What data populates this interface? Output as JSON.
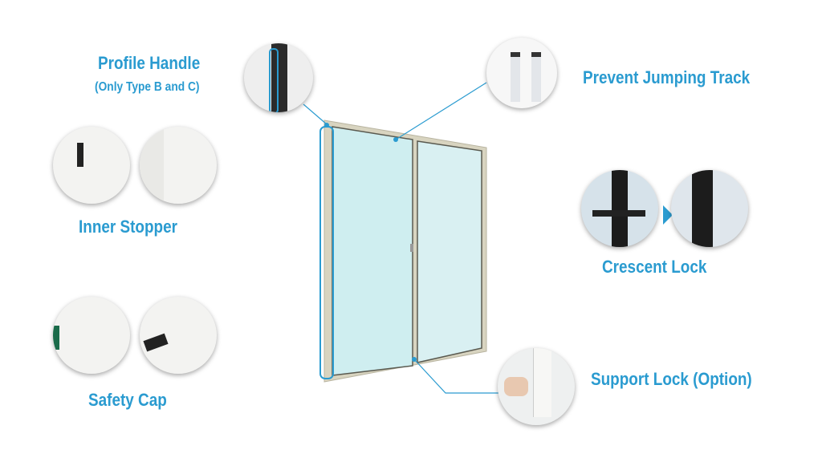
{
  "colors": {
    "accent": "#2a9bd0",
    "frame": "#dcd8c6",
    "glass": "#d7eef0"
  },
  "features": {
    "profile_handle": {
      "title": "Profile Handle",
      "subtitle": "(Only Type B and C)"
    },
    "prevent_jumping_track": {
      "title": "Prevent Jumping Track"
    },
    "inner_stopper": {
      "title": "Inner Stopper"
    },
    "crescent_lock": {
      "title": "Crescent Lock"
    },
    "safety_cap": {
      "title": "Safety Cap"
    },
    "support_lock": {
      "title": "Support Lock (Option)"
    }
  }
}
